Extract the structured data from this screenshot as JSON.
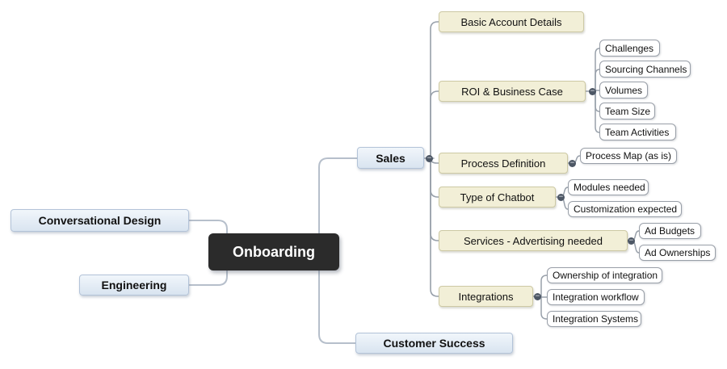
{
  "title": "Onboarding mind map",
  "icons": {
    "collapse_toggle": "−"
  },
  "colors": {
    "root_bg": "#2b2b2b",
    "root_text": "#ffffff",
    "main_topic_bg": "#dce6f1",
    "main_topic_border": "#b3c3d8",
    "subtopic_bg": "#f2efd7",
    "subtopic_border": "#cdc9a4",
    "leaf_bg": "#ffffff",
    "leaf_border": "#999fa8",
    "main_connector": "#b6bfcb",
    "sub_connector": "#98a0aa",
    "collapse_dot": "#4d5765"
  },
  "map": {
    "root": {
      "label": "Onboarding"
    },
    "left": [
      {
        "label": "Conversational Design"
      },
      {
        "label": "Engineering"
      }
    ],
    "right": [
      {
        "label": "Sales",
        "children": [
          {
            "label": "Basic Account Details",
            "children": []
          },
          {
            "label": "ROI & Business Case",
            "children": [
              {
                "label": "Challenges"
              },
              {
                "label": "Sourcing Channels"
              },
              {
                "label": "Volumes"
              },
              {
                "label": "Team Size"
              },
              {
                "label": "Team Activities"
              }
            ]
          },
          {
            "label": "Process Definition",
            "children": [
              {
                "label": "Process Map (as is)"
              }
            ]
          },
          {
            "label": "Type of Chatbot",
            "children": [
              {
                "label": "Modules needed"
              },
              {
                "label": "Customization expected"
              }
            ]
          },
          {
            "label": "Services - Advertising needed",
            "children": [
              {
                "label": "Ad Budgets"
              },
              {
                "label": "Ad Ownerships"
              }
            ]
          },
          {
            "label": "Integrations",
            "children": [
              {
                "label": "Ownership of integration"
              },
              {
                "label": "Integration workflow"
              },
              {
                "label": "Integration Systems"
              }
            ]
          }
        ]
      },
      {
        "label": "Customer Success",
        "children": []
      }
    ]
  }
}
